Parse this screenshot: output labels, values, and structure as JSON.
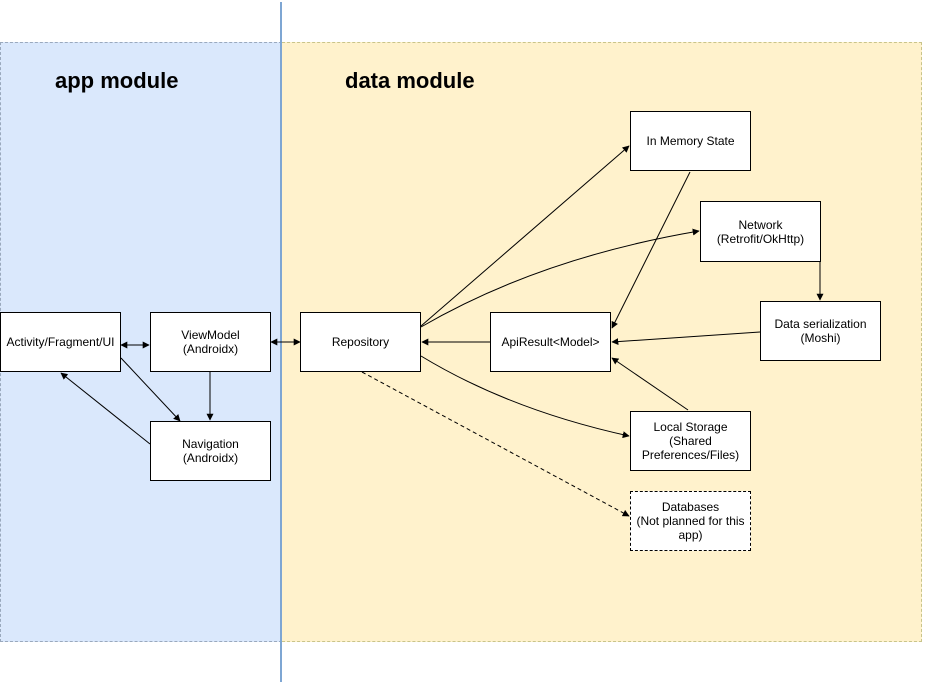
{
  "modules": {
    "app": {
      "title": "app module"
    },
    "data": {
      "title": "data module"
    }
  },
  "nodes": {
    "activity": "Activity/Fragment/UI",
    "viewmodel": "ViewModel\n(Androidx)",
    "navigation": "Navigation (Androidx)",
    "repository": "Repository",
    "apiresult": "ApiResult<Model>",
    "inmemory": "In Memory State",
    "network": "Network\n(Retrofit/OkHttp)",
    "serialization": "Data serialization\n(Moshi)",
    "localstorage": "Local Storage\n(Shared\nPreferences/Files)",
    "databases": "Databases\n(Not planned for this\napp)"
  },
  "colors": {
    "app_module_bg": "#dae8fc",
    "data_module_bg": "#fff2cc",
    "divider": "#7ea6d3"
  }
}
